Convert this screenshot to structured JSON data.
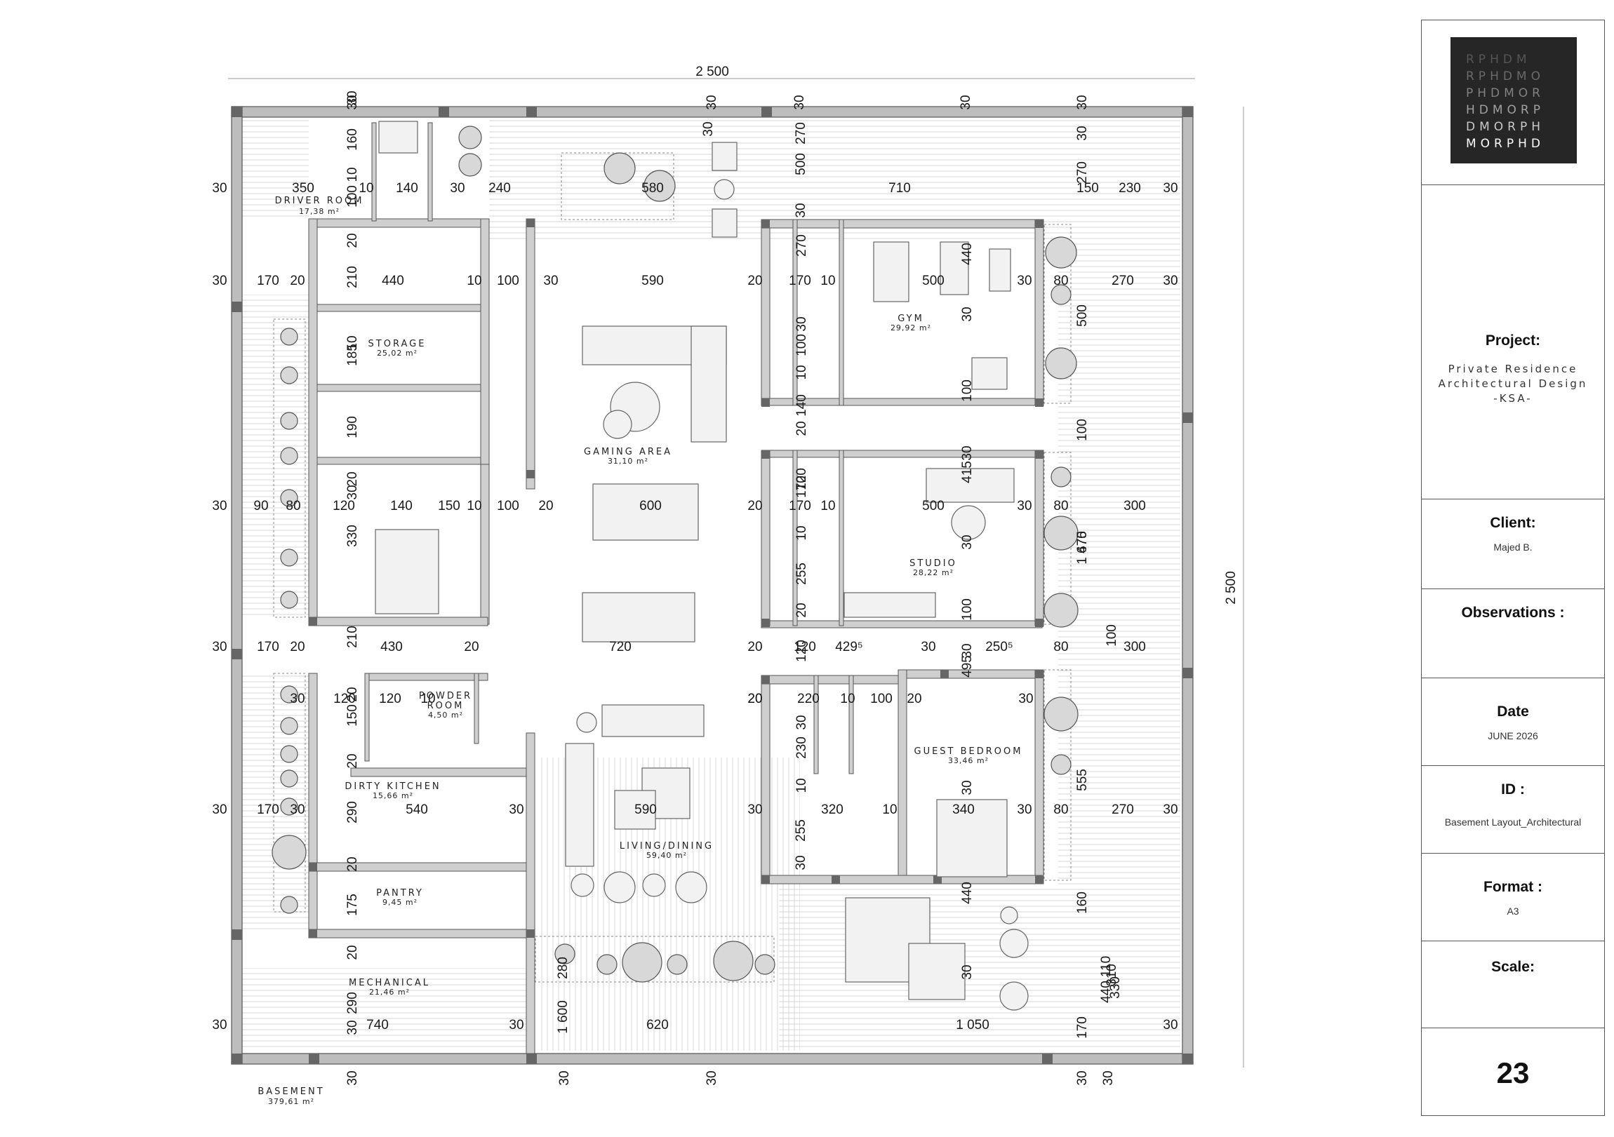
{
  "plan": {
    "overall_width": "2 500",
    "overall_height": "2 500",
    "basement": {
      "name": "BASEMENT",
      "area": "379,61 m²"
    },
    "rooms": [
      {
        "name": "DRIVER ROOM",
        "area": "17,38 m²"
      },
      {
        "name": "STORAGE",
        "area": "25,02 m²"
      },
      {
        "name": "GAMING AREA",
        "area": "31,10 m²"
      },
      {
        "name": "GYM",
        "area": "29,92 m²"
      },
      {
        "name": "STUDIO",
        "area": "28,22 m²"
      },
      {
        "name": "POWDER",
        "name2": "ROOM",
        "area": "4,50 m²"
      },
      {
        "name": "DIRTY KITCHEN",
        "area": "15,66 m²"
      },
      {
        "name": "GUEST BEDROOM",
        "area": "33,46 m²"
      },
      {
        "name": "LIVING/DINING",
        "area": "59,40 m²"
      },
      {
        "name": "PANTRY",
        "area": "9,45 m²"
      },
      {
        "name": "MECHANICAL",
        "area": "21,46 m²"
      }
    ],
    "dims_top": [
      "30",
      "30",
      "30",
      "30",
      "30"
    ],
    "dims_bottom": [
      "30",
      "30",
      "30",
      "30",
      "30"
    ],
    "dims_row1": [
      "30",
      "350",
      "10",
      "140",
      "30",
      "240",
      "580",
      "710",
      "150",
      "230",
      "30"
    ],
    "dims_row2": [
      "30",
      "170",
      "20",
      "440",
      "10",
      "100",
      "30",
      "590",
      "20",
      "170",
      "10",
      "500",
      "30",
      "80",
      "270",
      "30"
    ],
    "dims_row3": [
      "30",
      "90",
      "80",
      "120",
      "140",
      "150",
      "10",
      "100",
      "20",
      "600",
      "20",
      "170",
      "10",
      "500",
      "30",
      "80",
      "300"
    ],
    "dims_row4": [
      "30",
      "170",
      "20",
      "430",
      "20",
      "720",
      "20",
      "120",
      "429⁵",
      "30",
      "250⁵",
      "80",
      "300"
    ],
    "dims_row5": [
      "30",
      "170",
      "30",
      "540",
      "30",
      "590",
      "30",
      "320",
      "10",
      "340",
      "30",
      "80",
      "270",
      "30"
    ],
    "dims_row6": [
      "30",
      "740",
      "30",
      "620",
      "1 050",
      "30"
    ],
    "dims_misc": [
      "30",
      "120",
      "120",
      "10",
      "20",
      "220",
      "10",
      "100",
      "20",
      "30",
      "20"
    ],
    "dims_vertical": [
      "30",
      "160",
      "10",
      "100",
      "20",
      "210",
      "10",
      "185",
      "190",
      "20",
      "30",
      "330",
      "210",
      "20",
      "150",
      "20",
      "290",
      "20",
      "175",
      "20",
      "290",
      "30",
      "270",
      "500",
      "30",
      "270",
      "30",
      "100",
      "10",
      "140",
      "20",
      "120",
      "170",
      "10",
      "255",
      "20",
      "120",
      "30",
      "230",
      "10",
      "255",
      "30",
      "440",
      "30",
      "100",
      "30",
      "415",
      "30",
      "100",
      "30",
      "495",
      "30",
      "440",
      "30",
      "30",
      "270",
      "500",
      "100",
      "475",
      "1 670",
      "100",
      "555",
      "160",
      "440",
      "310",
      "330",
      "110",
      "170",
      "30",
      "280",
      "1 600"
    ]
  },
  "titleblock": {
    "logo_rows": [
      "RPHDM",
      "RPHDMO",
      "PHDMOR",
      "HDMORP",
      "DMORPH",
      "MORPHD"
    ],
    "project_label": "Project:",
    "project_lines": [
      "Private Residence",
      "Architectural Design",
      "-KSA-"
    ],
    "client_label": "Client:",
    "client_value": "Majed B.",
    "observations_label": "Observations :",
    "date_label": "Date",
    "date_value": "JUNE 2026",
    "id_label": "ID :",
    "id_value": "Basement Layout_Architectural",
    "format_label": "Format :",
    "format_value": "A3",
    "scale_label": "Scale:",
    "page_number": "23"
  }
}
